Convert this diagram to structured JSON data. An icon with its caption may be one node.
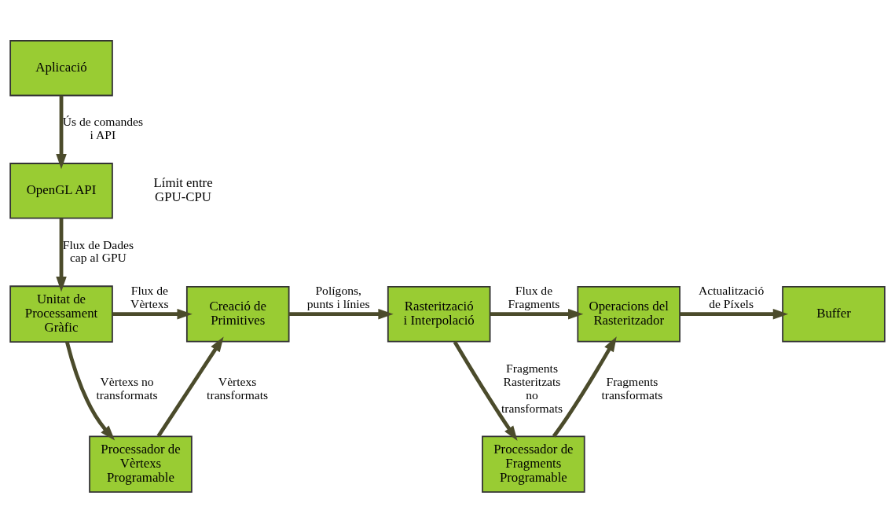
{
  "diagram": {
    "nodes": [
      {
        "text": [
          "Aplicació"
        ]
      },
      {
        "text": [
          "OpenGL API"
        ]
      },
      {
        "text": [
          "Unitat de Processament Gràfic"
        ]
      },
      {
        "text": [
          "Creació de Primitives"
        ]
      },
      {
        "text": [
          "Rasterització i Interpolació"
        ]
      },
      {
        "text": [
          "Operacions del Rasteritzador"
        ]
      },
      {
        "text": [
          "Buffer"
        ]
      },
      {
        "text": [
          "Processador de Vèrtexs Programable"
        ]
      },
      {
        "text": [
          "Processador de Fragments Programable"
        ]
      }
    ],
    "edges": [
      {
        "from": 0,
        "to": 1,
        "arrow": "to",
        "label": "Ús de comandes i API"
      },
      {
        "from": 1,
        "to": 2,
        "arrow": "to",
        "label": "Flux de Dades cap al GPU"
      },
      {
        "from": 2,
        "to": 3,
        "arrow": "to",
        "label": "Flux de Vèrtexs"
      },
      {
        "from": 3,
        "to": 4,
        "arrow": "to",
        "label": "Polígons, punts i línies"
      },
      {
        "from": 4,
        "to": 5,
        "arrow": "to",
        "label": "Flux de Fragments"
      },
      {
        "from": 5,
        "to": 6,
        "arrow": "to",
        "label": "Actualització de Píxels"
      },
      {
        "from": 2,
        "to": 7,
        "arrow": "to",
        "label": "Vèrtexs no transformats"
      },
      {
        "from": 7,
        "to": 3,
        "arrow": "to",
        "label": "Vèrtexs transformats"
      },
      {
        "from": 4,
        "to": 8,
        "arrow": "to",
        "label": "Fragments Rasteritzats no transformats"
      },
      {
        "from": 8,
        "to": 5,
        "arrow": "to",
        "label": "Fragments transformats"
      }
    ],
    "labels": [
      "Límit entre GPU-CPU"
    ]
  }
}
